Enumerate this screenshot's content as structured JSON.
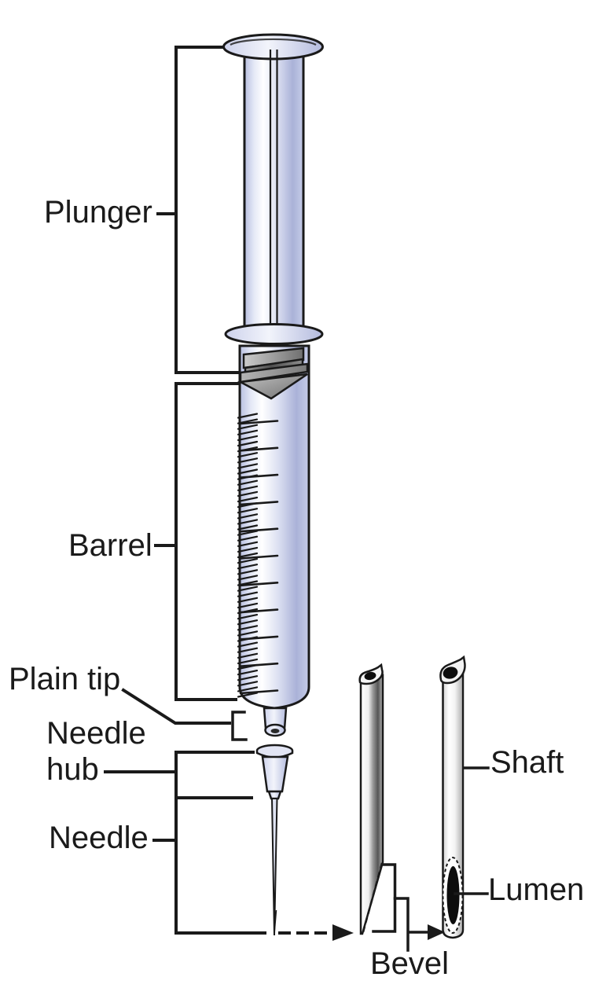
{
  "labels": {
    "plunger": "Plunger",
    "barrel": "Barrel",
    "plain_tip": "Plain tip",
    "needle_hub": {
      "line1": "Needle",
      "line2": "hub"
    },
    "needle": "Needle",
    "shaft": "Shaft",
    "lumen": "Lumen",
    "bevel": "Bevel"
  },
  "colors": {
    "background": "#ffffff",
    "text": "#1a1a1a",
    "outline": "#1a1a1a",
    "barrel_lavender": "#c6cce8",
    "stopper_gray": "#6e6e6e",
    "metal_gray": "#bfbfbf",
    "lumen_black": "#0d0d0d"
  }
}
